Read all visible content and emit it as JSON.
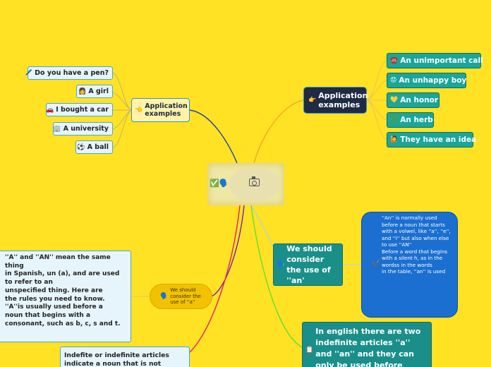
{
  "left_main": {
    "icon": "👈",
    "label": "Application examples"
  },
  "left_leaves": [
    {
      "icon": "🖊️",
      "label": "Do you have a pen?"
    },
    {
      "icon": "👩",
      "label": "A girl"
    },
    {
      "icon": "🚗",
      "label": "I bought a car"
    },
    {
      "icon": "🏢",
      "label": "A university"
    },
    {
      "icon": "⚽",
      "label": "A ball"
    }
  ],
  "right_main": {
    "icon": "👉",
    "label": "Application examples"
  },
  "right_leaves": [
    {
      "icon": "☎️",
      "label": "An unimportant call"
    },
    {
      "icon": "😟",
      "label": "An unhappy boy"
    },
    {
      "icon": "💛",
      "label": "An honor"
    },
    {
      "icon": "🌿",
      "label": "An herb"
    },
    {
      "icon": "🙋",
      "label": "They have an idea"
    }
  ],
  "center": {
    "icon": "✅🗣️"
  },
  "consider_an": {
    "icon": "🗣️",
    "label": "We should consider the use of ''an'"
  },
  "an_note": {
    "icon": "✔️",
    "text": "''An'' is normally used before a noun that starts\nwith a volwel, like ''a'', ''e'', and ''i'' but also when else to use ''AN''\nBefore a word that begins with a silent h, as in the wordss in the words\nin the table, ''an'' is used"
  },
  "consider_a": {
    "icon": "🗣️",
    "label": "We should consider the use of ''a''"
  },
  "a_note": {
    "text": "''A'' and ''AN'' mean the same thing\nin Spanish, un (a), and are used to refer  to an\nunspecified thing. Here are\nthe rules you need to know.\n''A''is usually used before a\nnoun that begins with a\nconsonant, such as b, c, s and t."
  },
  "singular_note": {
    "icon": "📋",
    "label": "In english there are two indefinite articles ''a'' and ''an'' and they can only be used before singular nouns"
  },
  "indefinite_note": {
    "label": "Indefite or indefinite articles indicate a noun that is not specific"
  },
  "colors": {
    "background": "#ffe224",
    "dark_node": "#1f2a44",
    "teal_node": "#1aa69a",
    "blue_node": "#1a6fd0",
    "branch_orange": "#f5a623",
    "branch_green": "#66dd33",
    "branch_navy": "#1f3fb0",
    "branch_purple": "#7a1fb0",
    "branch_red": "#e0246a"
  }
}
